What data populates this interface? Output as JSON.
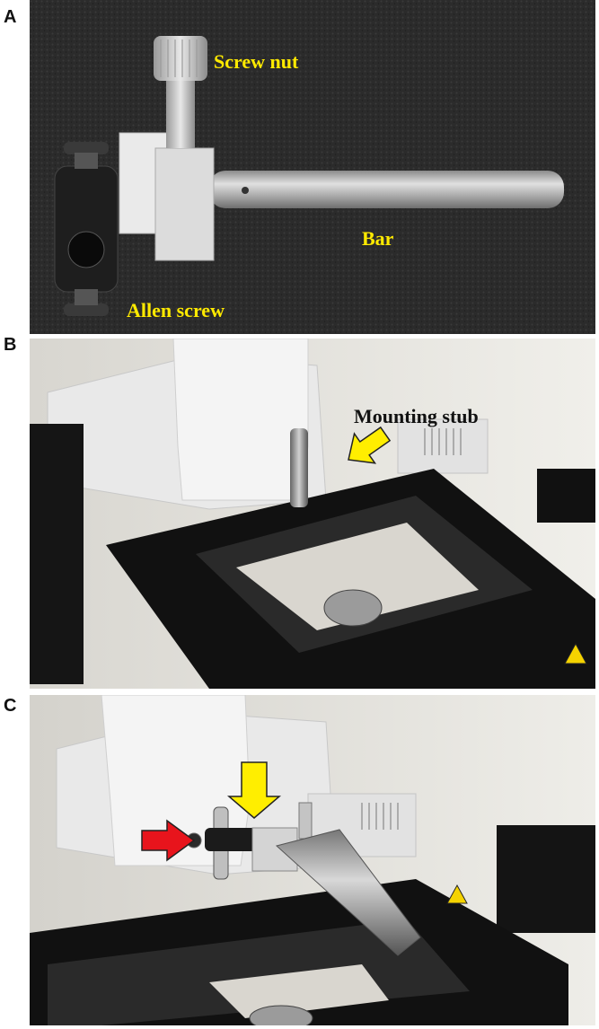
{
  "panels": {
    "a": {
      "letter": "A",
      "labels": {
        "screw_nut": "Screw nut",
        "bar": "Bar",
        "allen_screw": "Allen screw"
      }
    },
    "b": {
      "letter": "B",
      "labels": {
        "mounting_stub": "Mounting stub"
      }
    },
    "c": {
      "letter": "C"
    }
  },
  "colors": {
    "label_yellow": "#ffea00",
    "arrow_yellow": "#ffee00",
    "arrow_red": "#e8141c",
    "foam_background": "#2b2b2b",
    "metal": "#b9b9b9",
    "stage_black": "#111111"
  }
}
